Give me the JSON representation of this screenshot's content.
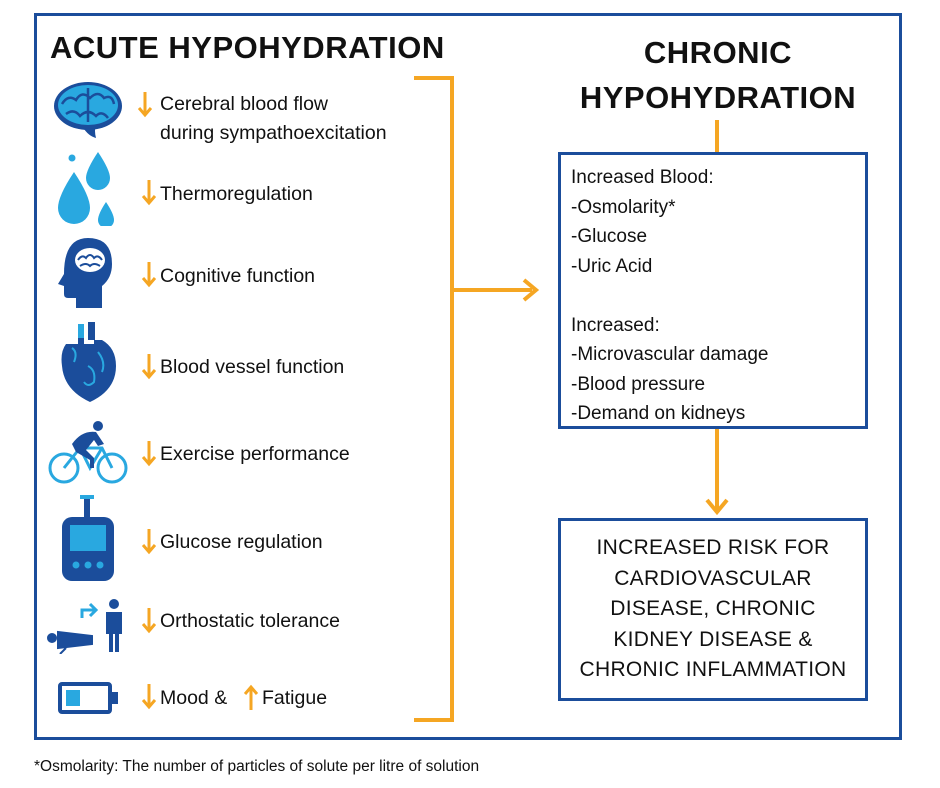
{
  "acute": {
    "title": "ACUTE HYPOHYDRATION",
    "items": [
      {
        "icon": "brain-icon",
        "line1": "Cerebral blood flow",
        "line2": "during sympathoexcitation"
      },
      {
        "icon": "water-drops-icon",
        "line1": "Thermoregulation"
      },
      {
        "icon": "head-brain-icon",
        "line1": "Cognitive function"
      },
      {
        "icon": "heart-icon",
        "line1": "Blood vessel function"
      },
      {
        "icon": "cyclist-icon",
        "line1": "Exercise performance"
      },
      {
        "icon": "glucose-meter-icon",
        "line1": "Glucose regulation"
      },
      {
        "icon": "fainting-person-icon",
        "line1": "Orthostatic tolerance"
      },
      {
        "icon": "low-battery-icon",
        "line1": "Mood &",
        "line2": "Fatigue"
      }
    ]
  },
  "chronic": {
    "title_line1": "CHRONIC",
    "title_line2": "HYPOHYDRATION",
    "box_lines": [
      "Increased Blood:",
      "-Osmolarity*",
      "-Glucose",
      "-Uric Acid",
      "",
      "Increased:",
      "-Microvascular damage",
      "-Blood pressure",
      "-Demand on kidneys"
    ],
    "risk_lines": [
      "INCREASED RISK FOR",
      "CARDIOVASCULAR",
      "DISEASE, CHRONIC",
      "KIDNEY DISEASE &",
      "CHRONIC INFLAMMATION"
    ]
  },
  "footnote": "*Osmolarity: The number of particles of solute per litre of solution",
  "colors": {
    "border": "#1b4d9b",
    "accent": "#f5a623",
    "icon_dark": "#1b4d9b",
    "icon_light": "#29a8e0"
  }
}
